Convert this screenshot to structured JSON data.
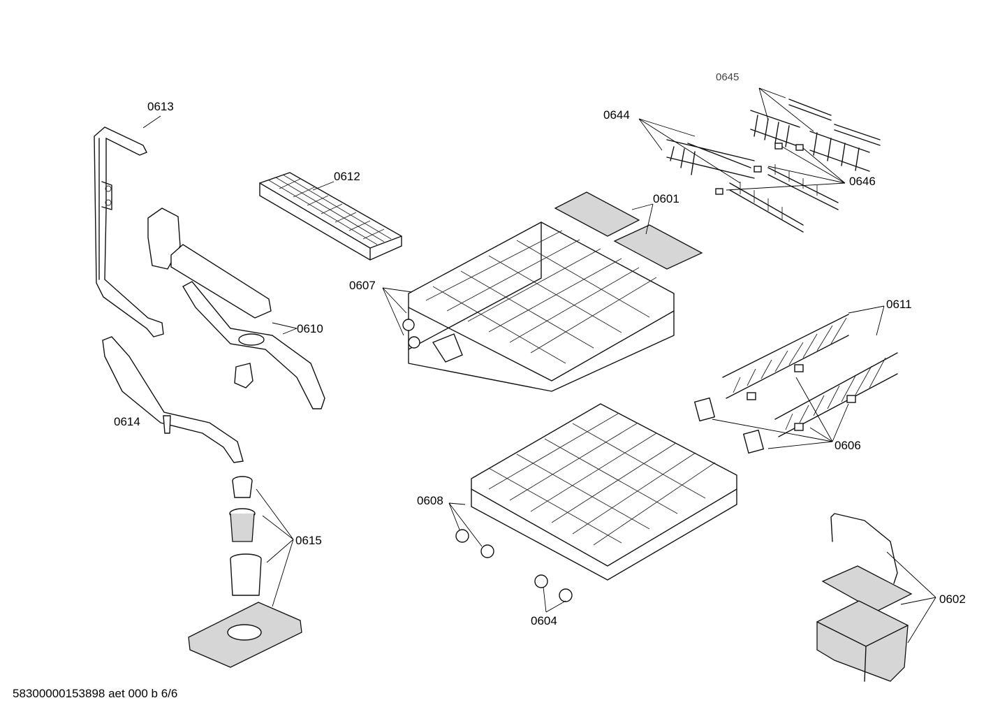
{
  "labels": {
    "p0645": "0645",
    "p0644": "0644",
    "p0646": "0646",
    "p0613": "0613",
    "p0612": "0612",
    "p0601": "0601",
    "p0607": "0607",
    "p0611": "0611",
    "p0610": "0610",
    "p0614": "0614",
    "p0606": "0606",
    "p0608": "0608",
    "p0615": "0615",
    "p0604": "0604",
    "p0602": "0602"
  },
  "footer": "58300000153898 aet 000 b 6/6"
}
